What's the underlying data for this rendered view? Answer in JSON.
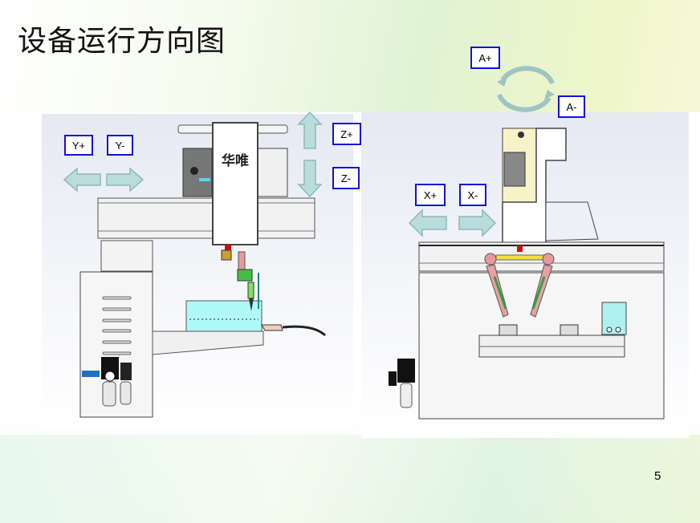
{
  "slide": {
    "title": "设备运行方向图",
    "page_number": "5",
    "head_brand": "华唯"
  },
  "labels": {
    "y_plus": "Y+",
    "y_minus": "Y-",
    "z_plus": "Z+",
    "z_minus": "Z-",
    "x_plus": "X+",
    "x_minus": "X-",
    "a_plus": "A+",
    "a_minus": "A-"
  },
  "colors": {
    "label_border": "#1010e0",
    "arrow_fill": "#b9dcdc",
    "arrow_stroke": "#8fb8b8"
  }
}
